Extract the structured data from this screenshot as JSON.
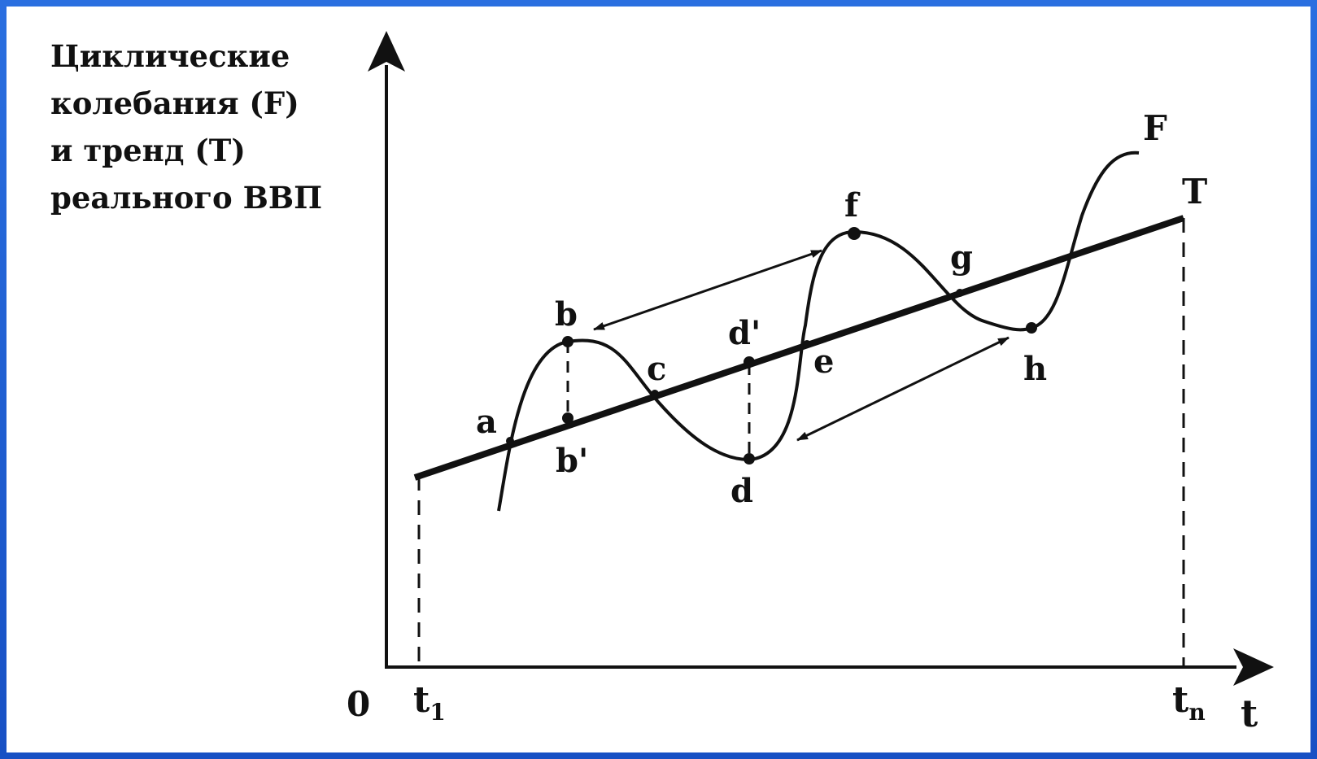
{
  "title_lines": [
    "Циклические",
    "колебания (F)",
    "и тренд (Т)",
    "реального ВВП"
  ],
  "origin_label": "0",
  "x_axis_label": "t",
  "tick_start": {
    "base": "t",
    "sub": "1"
  },
  "tick_end": {
    "base": "t",
    "sub": "n"
  },
  "curve_label": "F",
  "trend_label": "T",
  "points": {
    "a": "a",
    "b": "b",
    "b_prime": "b'",
    "c": "c",
    "d": "d",
    "d_prime": "d'",
    "e": "e",
    "f": "f",
    "g": "g",
    "h": "h"
  },
  "colors": {
    "background": "#1a5fd0",
    "ink": "#111111"
  }
}
